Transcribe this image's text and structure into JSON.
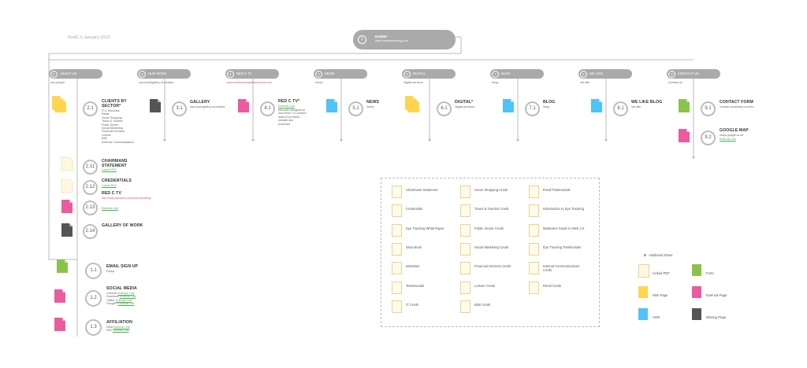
{
  "header": {
    "caption": "RedC // January 2013",
    "home_num": "1",
    "home_title": "HOME*",
    "home_url": "http://redcmarketing.com"
  },
  "sections": [
    {
      "num": "2",
      "label": "ABOUT US",
      "url": "/our-people"
    },
    {
      "num": "3",
      "label": "OUR WORK",
      "url": "/our-work/gallery-of-creative"
    },
    {
      "num": "4",
      "label": "RED C TV",
      "url": "www.redctvcdndigitalservicestv.com"
    },
    {
      "num": "5",
      "label": "NEWS",
      "url": "/news"
    },
    {
      "num": "6",
      "label": "DIGITAL",
      "url": "/digital-services"
    },
    {
      "num": "7",
      "label": "BLOG",
      "url": "/blog"
    },
    {
      "num": "8",
      "label": "WE LIKE",
      "url": "/we-like"
    },
    {
      "num": "9",
      "label": "CONTACT US",
      "url": "/contact-us"
    }
  ],
  "nodes": {
    "n21": {
      "num": "2.1",
      "title": "CLIENTS BY SECTOR*",
      "lines": [
        "IT & Telecoms",
        "Retail",
        "Home Shopping",
        "Travel & Tourism",
        "Public Sector",
        "Social Marketing",
        "Financial Services",
        "Leisure",
        "B2B",
        "External Communications"
      ]
    },
    "n211": {
      "num": "2.11",
      "title": "CHAIRMANS STATEMENT",
      "link": "Linked PDF"
    },
    "n212": {
      "num": "2.12",
      "title": "CREDENTIALS",
      "link": "Linked PDF"
    },
    "n213": {
      "num": "2.13",
      "title": "RED C TV",
      "url": "http://www.youtube.com/redcmarketing",
      "link": "External Link"
    },
    "n214": {
      "num": "2.14",
      "title": "GALLERY OF WORK"
    },
    "n31": {
      "num": "3.1",
      "title": "GALLERY",
      "sub": "/our-work/gallery-of-creative"
    },
    "n41": {
      "num": "4.1",
      "title": "RED C TV*",
      "link": "External Link",
      "desc": [
        "Microsite designed to",
        "host RedC TV content;",
        "linked from RedC",
        "website and",
        "promoted"
      ]
    },
    "n51": {
      "num": "5.1",
      "title": "NEWS",
      "sub": "/news"
    },
    "n61": {
      "num": "6.1",
      "title": "DIGITAL*",
      "sub": "/digital-services"
    },
    "n71": {
      "num": "7.1",
      "title": "BLOG",
      "sub": "/blog"
    },
    "n81": {
      "num": "8.1",
      "title": "WE LIKE BLOG",
      "sub": "/we-like"
    },
    "n91": {
      "num": "9.1",
      "title": "CONTACT FORM",
      "sub": "/contact-us/contact-us-form"
    },
    "n92": {
      "num": "9.2",
      "title": "GOOGLE MAP",
      "sub": "maps.google.co.uk",
      "link": "External Link"
    },
    "n11": {
      "num": "1.1",
      "title": "EMAIL SIGN UP",
      "sub": "Popup"
    },
    "n12": {
      "num": "1.2",
      "title": "SOCIAL MEDIA",
      "items": [
        {
          "k": "LinkedIn",
          "v": "External Link"
        },
        {
          "k": "Facebook",
          "v": "External Link"
        },
        {
          "k": "Twitter",
          "v": "External Link"
        },
        {
          "k": "Google+",
          "v": "External Link"
        }
      ]
    },
    "n13": {
      "num": "1.3",
      "title": "AFFILIATION",
      "items": [
        {
          "k": "DMA",
          "v": "External Link"
        },
        {
          "k": "IDM",
          "v": "External Link"
        }
      ]
    }
  },
  "pdf_list": {
    "col1": [
      "Chairmans Statement",
      "Credentials",
      "Eye Tracking White Paper",
      "Wow Book",
      "Websites",
      "Testimonials",
      "IT Creds"
    ],
    "col2": [
      "Home Shopping Creds",
      "Travel & Tourism Creds",
      "Public Sector Creds",
      "Social Marketing Creds",
      "Financial Services Creds",
      "Leisure Creds",
      "B2B Creds"
    ],
    "col3": [
      "Email Testimonials",
      "Introduction to Eye Tracking",
      "Marketers Guide to Web 2.0",
      "Eye Tracking Testimonials",
      "Internal Communications Creds",
      "Retail Creds"
    ]
  },
  "legend": {
    "additional": "Additional Sheet",
    "items": [
      {
        "label": "Linked PDF",
        "color": "#fff8e1"
      },
      {
        "label": "Form",
        "color": "#8bc34a"
      },
      {
        "label": "Web Page",
        "color": "#ffd54f"
      },
      {
        "label": "External Page",
        "color": "#ec5aa0"
      },
      {
        "label": "CMS",
        "color": "#4fc3f7"
      },
      {
        "label": "Missing Page",
        "color": "#555555"
      }
    ]
  },
  "colors": {
    "pill": "#aaaaaa",
    "circle": "#bdbdbd",
    "link_green": "#4caf50",
    "link_pink": "#e94893"
  }
}
